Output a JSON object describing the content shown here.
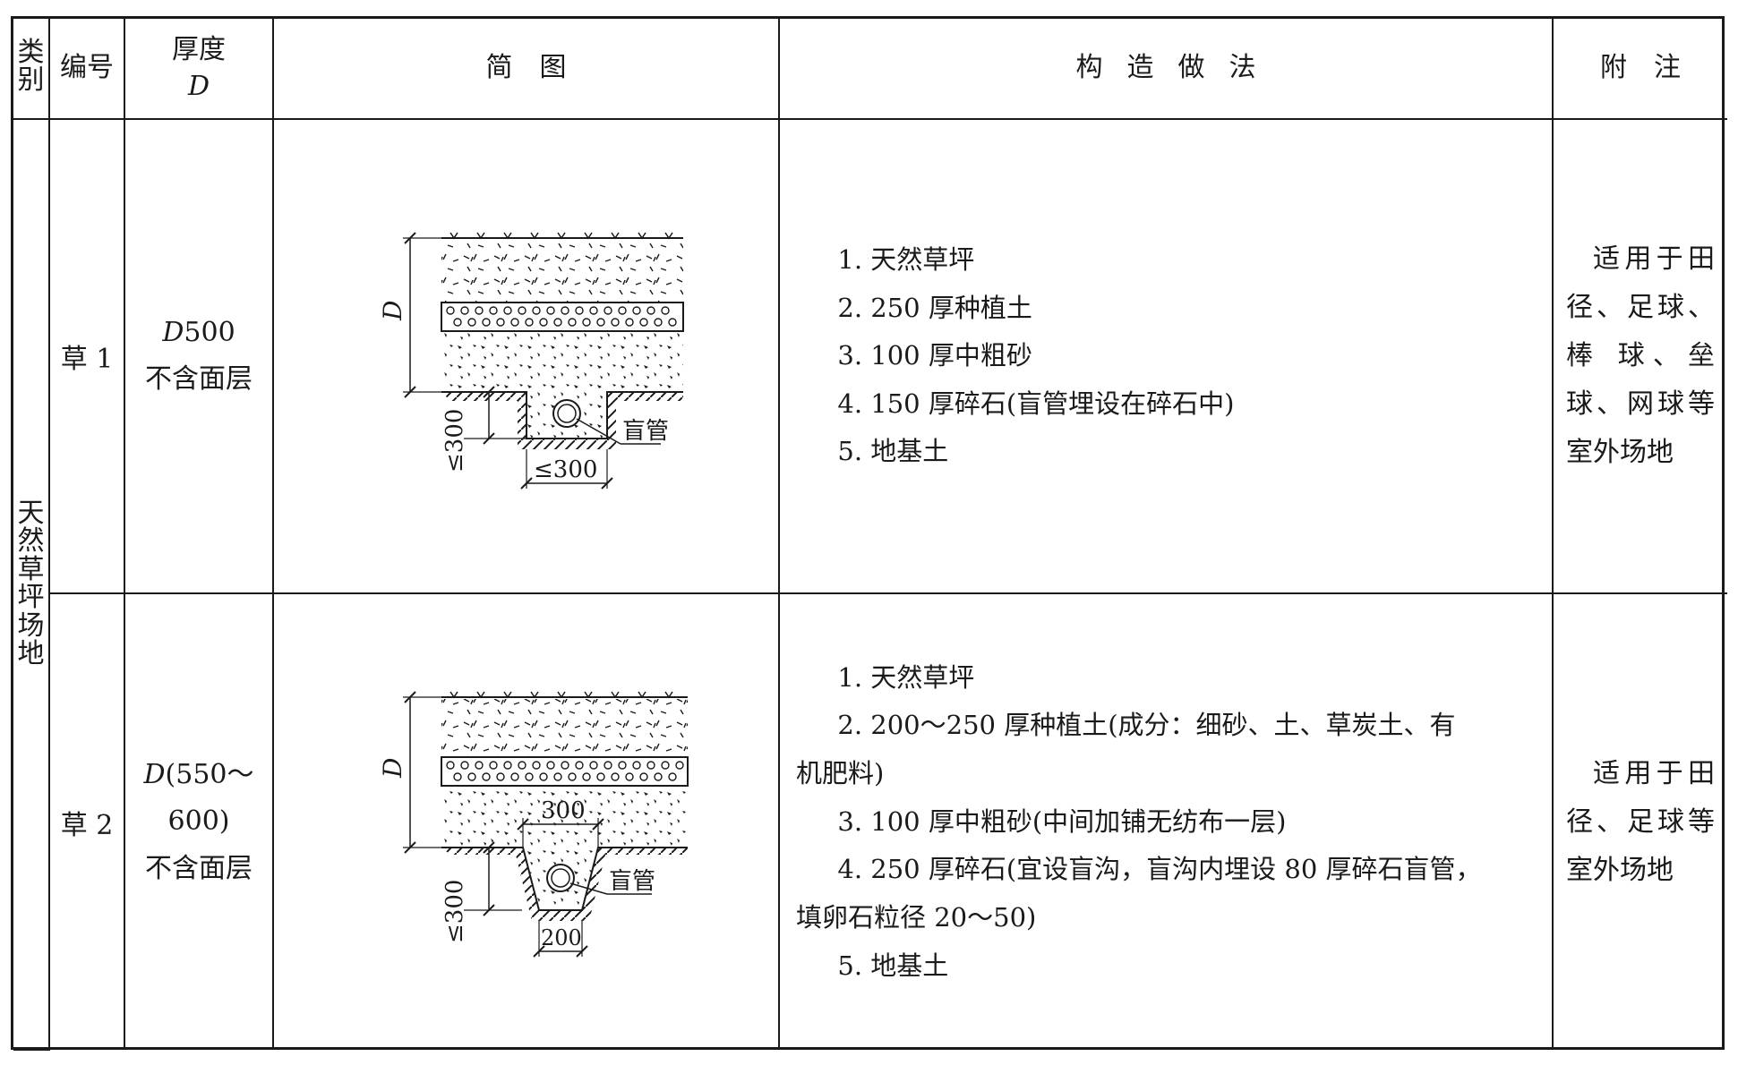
{
  "header": {
    "category": "类别",
    "code": "编号",
    "thickness_line1": "厚度",
    "thickness_line2": "D",
    "sketch": "简　图",
    "method": "构造做法",
    "notes": "附　注"
  },
  "category_label": "天然草坪场地",
  "rows": [
    {
      "code": "草 1",
      "thickness_line1": "D500",
      "thickness_line2": "不含面层",
      "steps": [
        "1. 天然草坪",
        "2. 250 厚种植土",
        "3. 100 厚中粗砂",
        "4. 150 厚碎石(盲管埋设在碎石中)",
        "5. 地基土"
      ],
      "note": "适用于田径、足球、棒 球、垒球、网球等室外场地",
      "sketch": {
        "d_label": "D",
        "pipe_label": "盲管",
        "depth_label": "≤300",
        "width_label": "≤300"
      }
    },
    {
      "code": "草 2",
      "thickness_line1": "D(550～",
      "thickness_line2": "600)",
      "thickness_line3": "不含面层",
      "steps": [
        "1. 天然草坪",
        "2. 200～250 厚种植土(成分：细砂、土、草炭土、有",
        "机肥料)",
        "3. 100 厚中粗砂(中间加铺无纺布一层)",
        "4. 250 厚碎石(宜设盲沟，盲沟内埋设 80 厚碎石盲管，",
        "填卵石粒径 20～50)",
        "5. 地基土"
      ],
      "note": "适用于田径、足球等室外场地",
      "sketch": {
        "d_label": "D",
        "pipe_label": "盲管",
        "depth_label": "≤300",
        "top_width_label": "300",
        "bottom_width_label": "200"
      }
    }
  ]
}
